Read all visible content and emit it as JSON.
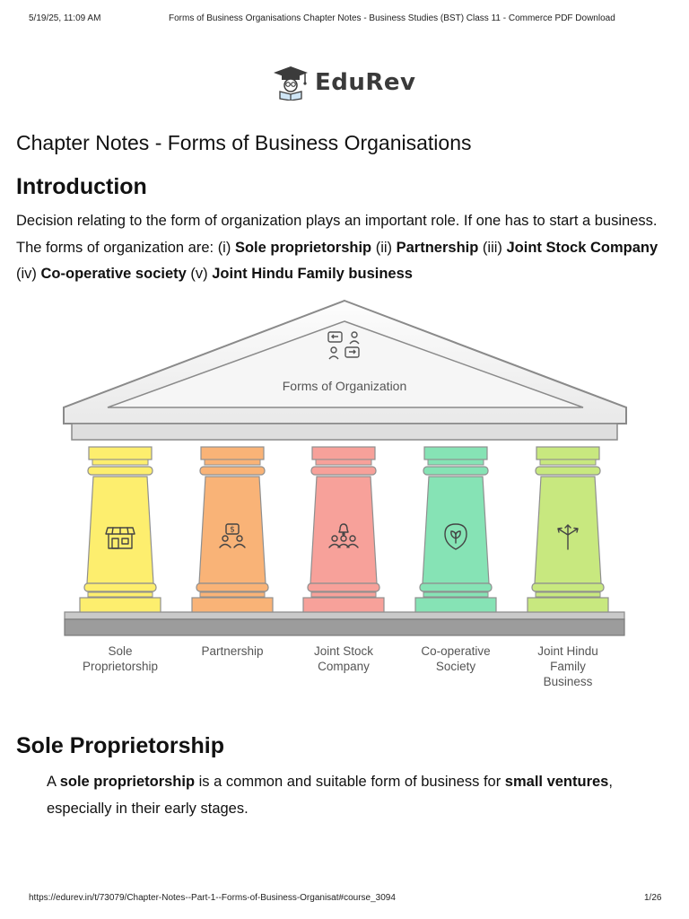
{
  "print_header": {
    "timestamp": "5/19/25, 11:09 AM",
    "title": "Forms of Business Organisations Chapter Notes - Business Studies (BST) Class 11 - Commerce PDF Download"
  },
  "logo": {
    "icon": "graduation-cap-reader-icon",
    "text": "EduRev"
  },
  "doc_title": "Chapter Notes - Forms of Business Organisations",
  "introduction": {
    "heading": "Introduction",
    "text_1": "Decision relating to the form of organization plays an important role. If one has to start a business. The forms of organization are: (i) ",
    "form_1": "Sole proprietorship",
    "sep_2": " (ii) ",
    "form_2": "Partnership",
    "sep_3": " (iii) ",
    "form_3": "Joint Stock Company",
    "sep_4": " (iv) ",
    "form_4": "Co-operative society",
    "sep_5": " (v) ",
    "form_5": "Joint Hindu Family business"
  },
  "diagram": {
    "roof_label": "Forms of Organization",
    "roof_icon": "people-exchange-icon",
    "pillars": [
      {
        "label": "Sole\nProprietorship",
        "icon": "shop-icon",
        "color": "#FDEE6E"
      },
      {
        "label": "Partnership",
        "icon": "partners-money-icon",
        "color": "#F9B377"
      },
      {
        "label": "Joint Stock\nCompany",
        "icon": "group-bell-icon",
        "color": "#F7A19A"
      },
      {
        "label": "Co-operative\nSociety",
        "icon": "leaf-shield-icon",
        "color": "#86E3B5"
      },
      {
        "label": "Joint Hindu\nFamily\nBusiness",
        "icon": "branching-arrows-icon",
        "color": "#C8E87F"
      }
    ]
  },
  "sole_proprietorship": {
    "heading": "Sole Proprietorship",
    "text_1": "A ",
    "bold_1": "sole proprietorship",
    "text_2": " is a common and suitable form of business for ",
    "bold_2": "small ventures",
    "text_3": ", especially in their early stages."
  },
  "print_footer": {
    "url": "https://edurev.in/t/73079/Chapter-Notes--Part-1--Forms-of-Business-Organisat#course_3094",
    "page": "1/26"
  }
}
